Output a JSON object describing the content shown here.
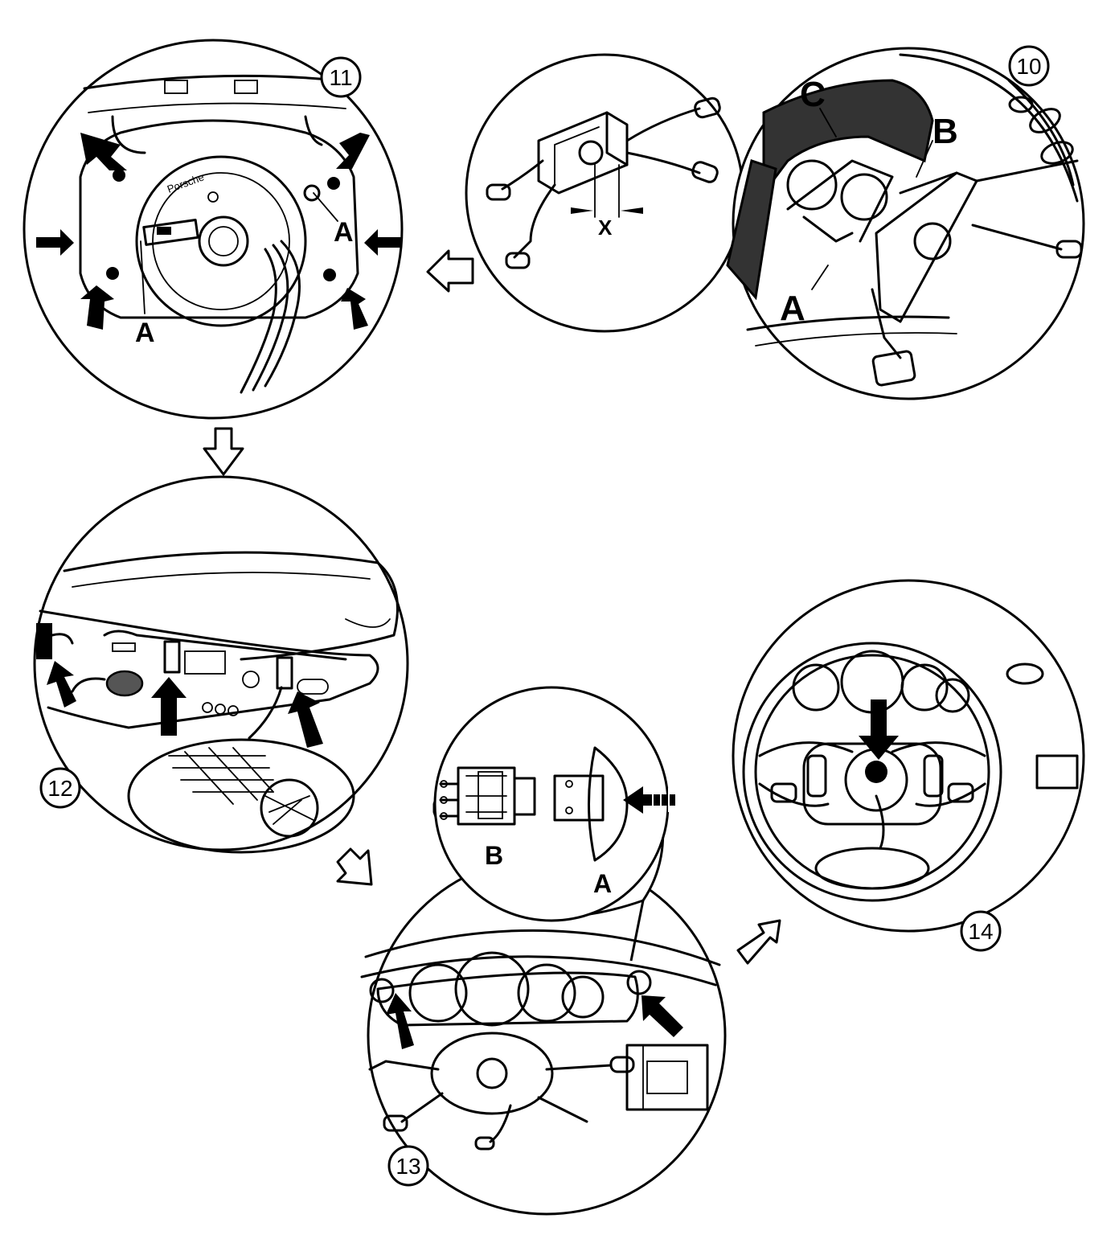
{
  "steps": {
    "s10": "10",
    "s11": "11",
    "s12": "12",
    "s13": "13",
    "s14": "14"
  },
  "callouts": {
    "a": "A",
    "b": "B",
    "c": "C",
    "x": "X"
  },
  "brand_text": "Porsche"
}
